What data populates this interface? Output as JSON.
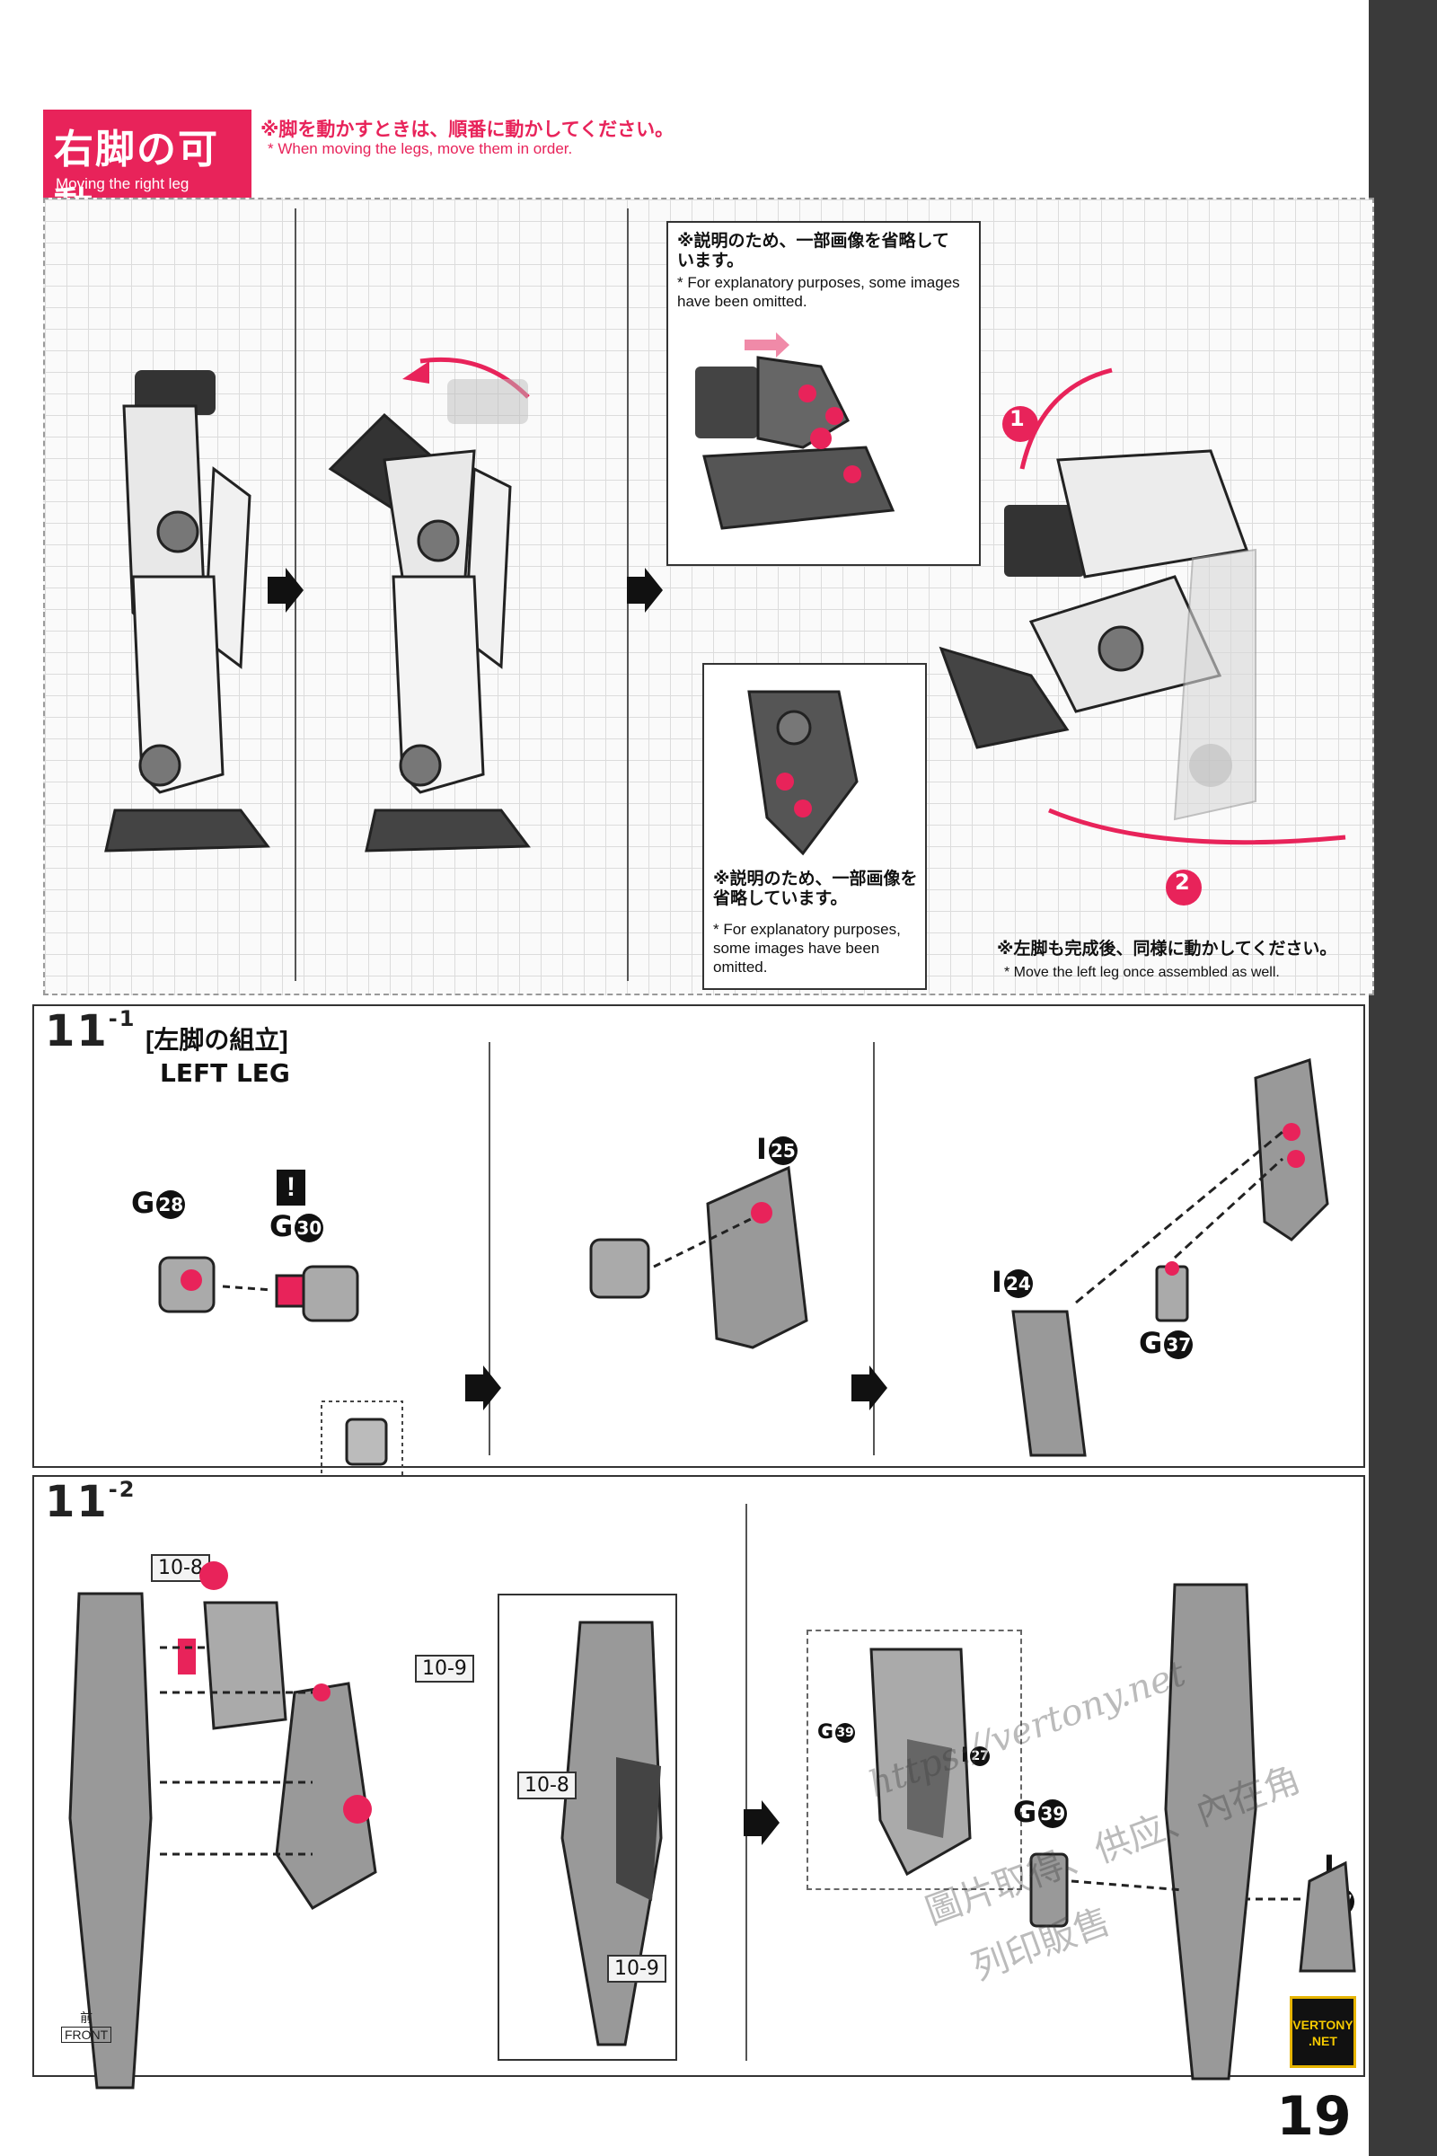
{
  "header": {
    "title_jp": "右脚の可動",
    "title_en": "Moving the right leg",
    "note_jp": "※脚を動かすときは、順番に動かしてください。",
    "note_en": "* When moving the legs, move them in order."
  },
  "callouts": {
    "upper_jp": "※説明のため、一部画像を省略しています。",
    "upper_en": "* For explanatory purposes, some images have been omitted.",
    "lower_jp": "※説明のため、一部画像を省略しています。",
    "lower_en": "* For explanatory purposes, some images have been omitted.",
    "left_leg_jp": "※左脚も完成後、同様に動かしてください。",
    "left_leg_en": "* Move the left leg once assembled as well.",
    "step_markers": [
      "1",
      "2"
    ]
  },
  "step_11_1": {
    "number": "11",
    "sub": "-1",
    "title_jp": "[左脚の組立]",
    "title_en": "LEFT LEG",
    "parts": {
      "g28": {
        "letter": "G",
        "num": "28"
      },
      "g30": {
        "letter": "G",
        "num": "30"
      },
      "i25": {
        "letter": "I",
        "num": "25"
      },
      "i24": {
        "letter": "I",
        "num": "24"
      },
      "g37": {
        "letter": "G",
        "num": "37"
      }
    },
    "warning": "!"
  },
  "step_11_2": {
    "number": "11",
    "sub": "-2",
    "refs": {
      "a": "10-8",
      "b": "10-9",
      "c": "10-8",
      "d": "10-9"
    },
    "parts": {
      "g39_small": {
        "letter": "G",
        "num": "39"
      },
      "i27_small": {
        "letter": "I",
        "num": "27"
      },
      "g39": {
        "letter": "G",
        "num": "39"
      },
      "i27": {
        "letter": "I",
        "num": "27"
      }
    },
    "front_label": "FRONT",
    "front_jp": "前"
  },
  "footer": {
    "page_number": "19",
    "logo": "VERTONY .NET",
    "watermark_url": "https://vertony.net",
    "watermark_jp": "圖片取得、供应、內在角",
    "watermark_jp2": "列印販售"
  },
  "colors": {
    "accent": "#e8235a",
    "dark_bar": "#3a3a3a"
  }
}
